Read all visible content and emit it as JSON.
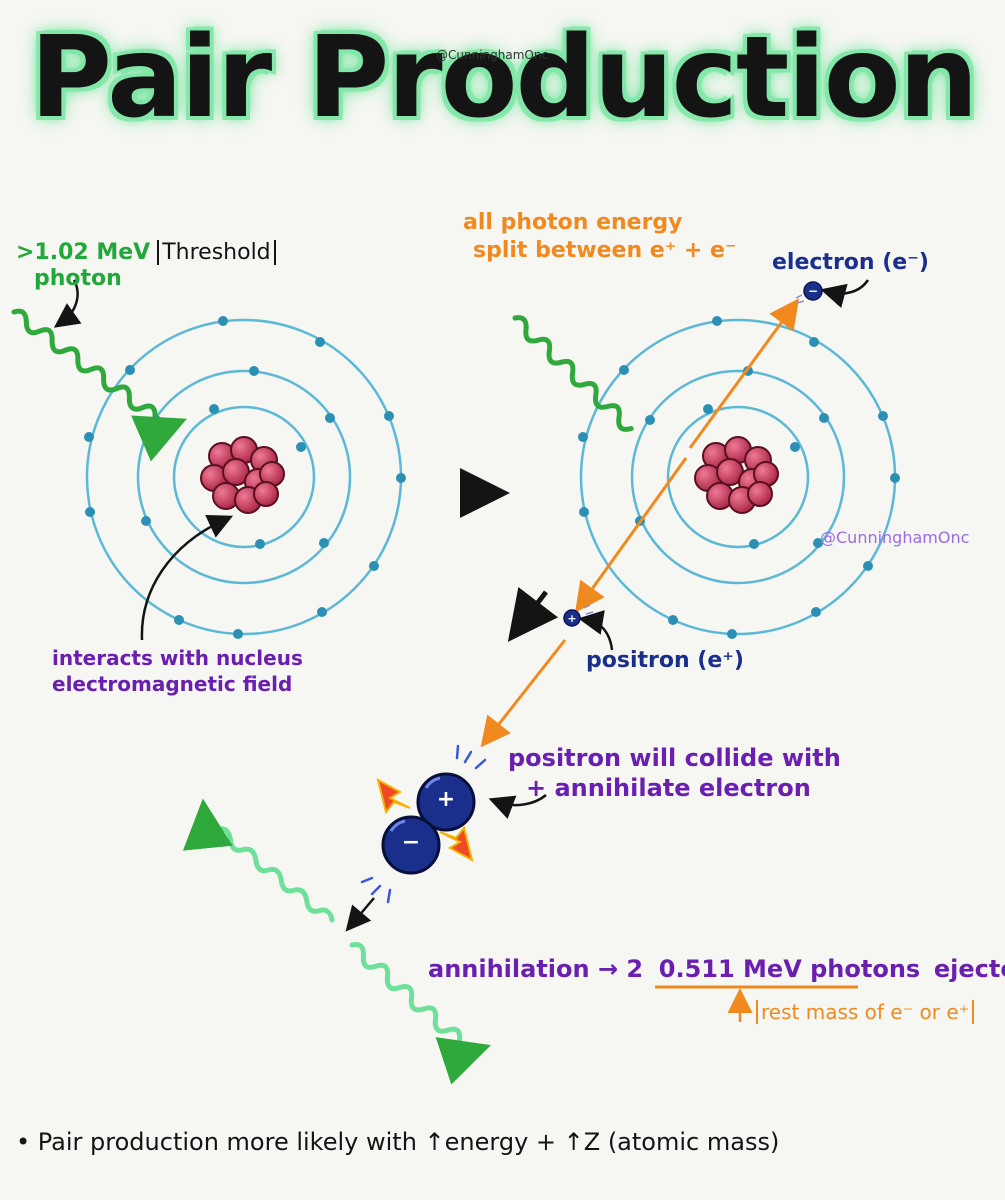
{
  "title": "Pair Production",
  "handle_top": "@CunninghamOnc",
  "handle_right": "@CunninghamOnc",
  "threshold": {
    "energy": ">1.02 MeV",
    "bracket": "Threshold",
    "photon": "photon"
  },
  "interacts": {
    "line1": "interacts with nucleus",
    "line2": "electromagnetic field"
  },
  "split": {
    "line1": "all photon energy",
    "line2": "split between e⁺ + e⁻"
  },
  "electron_label": "electron (e⁻)",
  "positron_label": "positron (e⁺)",
  "collide": {
    "line1": "positron will collide with",
    "line2": "+ annihilate electron"
  },
  "annihilation": {
    "prefix": "annihilation → 2",
    "photons": "0.511 MeV photons",
    "suffix": "ejected"
  },
  "rest_mass": "rest mass of e⁻ or e⁺",
  "particle_plus": "+",
  "particle_minus": "−",
  "footer": "• Pair production more likely with ↑energy + ↑Z (atomic mass)",
  "colors": {
    "title_glow": "#7fe6a6",
    "orbit": "#5bb8d6",
    "nucleus": "#c8385c",
    "photon": "#2fa83c",
    "photon_light": "#6fe09a",
    "path": "#f08a1e",
    "electron": "#1a2f8c",
    "label_purple": "#6a1fb0"
  }
}
